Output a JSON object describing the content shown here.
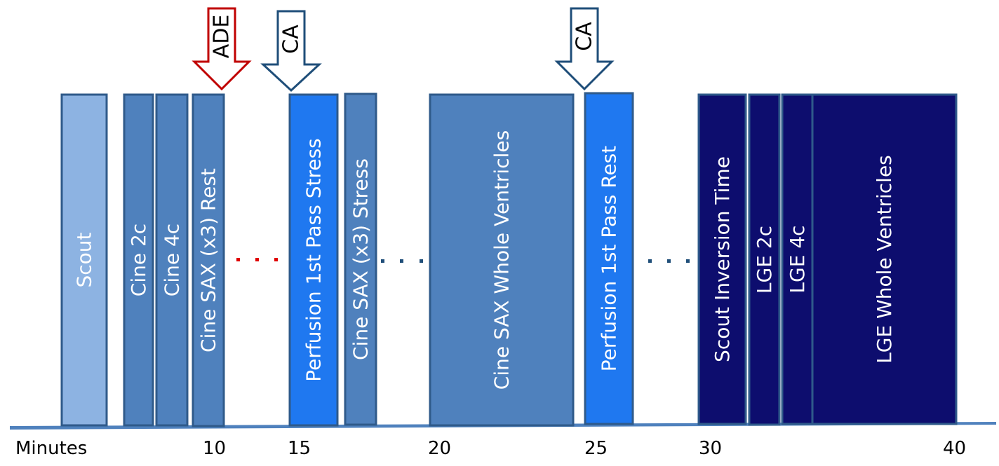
{
  "axis": {
    "label": "Minutes",
    "ticks": [
      "10",
      "15",
      "20",
      "25",
      "30",
      "40"
    ]
  },
  "blocks": [
    {
      "id": "scout",
      "label": "Scout",
      "color": "#8db3e2"
    },
    {
      "id": "cine-2c",
      "label": "Cine 2c",
      "color": "#4f81bd"
    },
    {
      "id": "cine-4c",
      "label": "Cine 4c",
      "color": "#4f81bd"
    },
    {
      "id": "cine-sax-rest",
      "label": "Cine SAX (x3) Rest",
      "color": "#4f81bd"
    },
    {
      "id": "perfusion-stress",
      "label": "Perfusion 1st Pass Stress",
      "color": "#1f78f0"
    },
    {
      "id": "cine-sax-stress",
      "label": "Cine SAX (x3) Stress",
      "color": "#4f81bd"
    },
    {
      "id": "cine-sax-whole",
      "label": "Cine SAX Whole Ventricles",
      "color": "#4f81bd"
    },
    {
      "id": "perfusion-rest",
      "label": "Perfusion 1st Pass Rest",
      "color": "#1f78f0"
    },
    {
      "id": "scout-inversion",
      "label": "Scout Inversion Time",
      "color": "#0d0d6e"
    },
    {
      "id": "lge-2c",
      "label": "LGE 2c",
      "color": "#0d0d6e"
    },
    {
      "id": "lge-4c",
      "label": "LGE 4c",
      "color": "#0d0d6e"
    },
    {
      "id": "lge-whole",
      "label": "LGE Whole Ventricles",
      "color": "#0d0d6e"
    }
  ],
  "arrows": [
    {
      "id": "ade",
      "label": "ADE",
      "stroke": "#c00000"
    },
    {
      "id": "ca-1",
      "label": "CA",
      "stroke": "#1f4e79"
    },
    {
      "id": "ca-2",
      "label": "CA",
      "stroke": "#1f4e79"
    }
  ],
  "dots": [
    {
      "id": "dots-1",
      "color": "#e00000"
    },
    {
      "id": "dots-2",
      "color": "#1f4e79"
    },
    {
      "id": "dots-3",
      "color": "#1f4e79"
    }
  ],
  "colors": {
    "block_border": "#2f5a8a",
    "baseline": "#4f81bd"
  }
}
